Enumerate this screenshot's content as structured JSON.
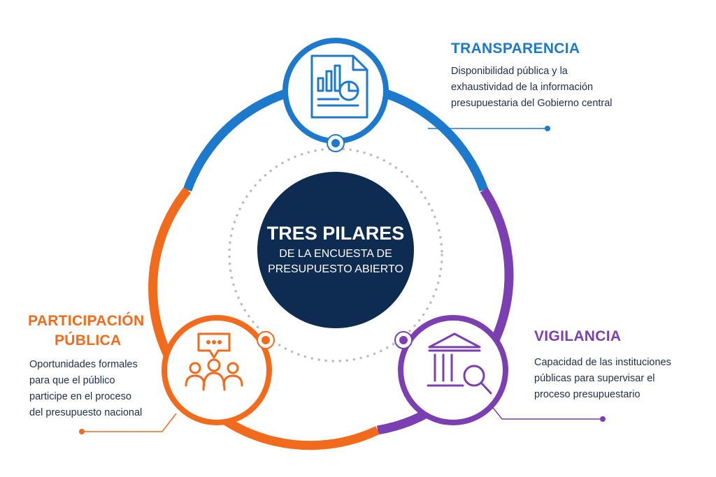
{
  "center": {
    "title": "TRES PILARES",
    "subtitle_line1": "DE LA ENCUESTA DE",
    "subtitle_line2": "PRESUPUESTO ABIERTO",
    "color": "#0e2b52"
  },
  "pillars": {
    "transparencia": {
      "title": "TRANSPARENCIA",
      "lines": [
        "Disponibilidad pública y la",
        "exhaustividad de la información",
        "presupuestaria del Gobierno central"
      ],
      "color": "#1c79cc",
      "icon": "document-chart-icon"
    },
    "participacion": {
      "title_line1": "PARTICIPACIÓN",
      "title_line2": "PÚBLICA",
      "lines": [
        "Oportunidades formales",
        "para que el público",
        "participe en el proceso",
        "del presupuesto nacional"
      ],
      "color": "#f26a1b",
      "icon": "people-chat-icon"
    },
    "vigilancia": {
      "title": "VIGILANCIA",
      "lines": [
        "Capacidad de las instituciones",
        "públicas para supervisar el",
        "proceso presupuestario"
      ],
      "color": "#7b3fb1",
      "icon": "institution-magnifier-icon"
    }
  }
}
